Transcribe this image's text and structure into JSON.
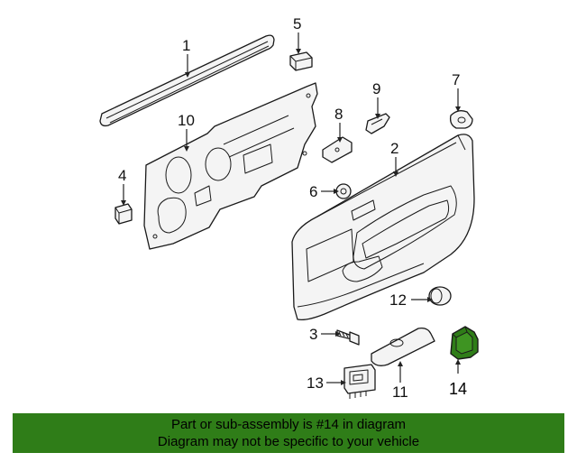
{
  "callouts": [
    {
      "id": "1",
      "text": "1"
    },
    {
      "id": "2",
      "text": "2"
    },
    {
      "id": "3",
      "text": "3"
    },
    {
      "id": "4",
      "text": "4"
    },
    {
      "id": "5",
      "text": "5"
    },
    {
      "id": "6",
      "text": "6"
    },
    {
      "id": "7",
      "text": "7"
    },
    {
      "id": "8",
      "text": "8"
    },
    {
      "id": "9",
      "text": "9"
    },
    {
      "id": "10",
      "text": "10"
    },
    {
      "id": "11",
      "text": "11"
    },
    {
      "id": "12",
      "text": "12"
    },
    {
      "id": "13",
      "text": "13"
    },
    {
      "id": "14",
      "text": "14"
    }
  ],
  "highlighted_part": "14",
  "colors": {
    "highlight": "#2f7d18",
    "banner": "#2f7d18",
    "outline": "#1a1a1a"
  },
  "banner": {
    "line1": "Part or sub-assembly is #14 in diagram",
    "line2": "Diagram may not be specific to your vehicle"
  }
}
